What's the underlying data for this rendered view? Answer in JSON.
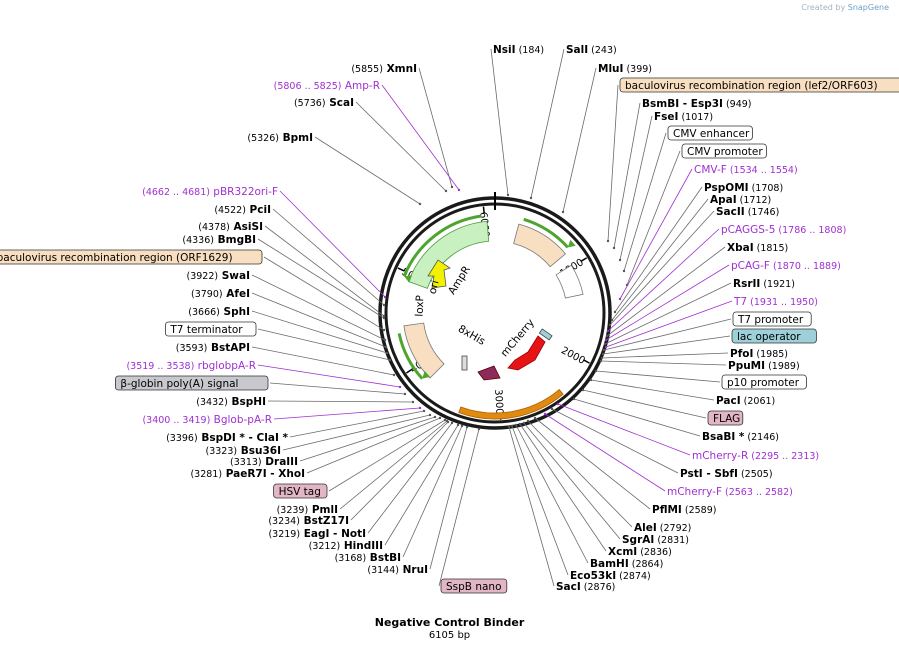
{
  "app": {
    "credit_prefix": "Created by",
    "credit_brand": "SnapGene"
  },
  "plasmid": {
    "name": "Negative Control Binder",
    "length_label": "6105 bp"
  },
  "ticks": [
    "6000",
    "1000",
    "2000",
    "3000",
    "4000",
    "5000"
  ],
  "inner_features": [
    "AmpR",
    "ori",
    "loxP",
    "8xHis",
    "mCherry"
  ],
  "left_labels": [
    {
      "id": "xmni",
      "pos": "(5855)",
      "name": "XmnI",
      "kind": "enzyme"
    },
    {
      "id": "ampr-primer",
      "pos": "(5806 .. 5825)",
      "name": "Amp-R",
      "kind": "primer"
    },
    {
      "id": "scai",
      "pos": "(5736)",
      "name": "ScaI",
      "kind": "enzyme"
    },
    {
      "id": "bpmi",
      "pos": "(5326)",
      "name": "BpmI",
      "kind": "enzyme"
    },
    {
      "id": "pbr322ori-primer",
      "pos": "(4662 .. 4681)",
      "name": "pBR322ori-F",
      "kind": "primer"
    },
    {
      "id": "pcii",
      "pos": "(4522)",
      "name": "PciI",
      "kind": "enzyme"
    },
    {
      "id": "asisi",
      "pos": "(4378)",
      "name": "AsiSI",
      "kind": "enzyme"
    },
    {
      "id": "bmgbi",
      "pos": "(4336)",
      "name": "BmgBI",
      "kind": "enzyme"
    },
    {
      "id": "baculo-orf1629",
      "pos": "",
      "name": "baculovirus recombination region (ORF1629)",
      "kind": "feature-tan"
    },
    {
      "id": "swai",
      "pos": "(3922)",
      "name": "SwaI",
      "kind": "enzyme"
    },
    {
      "id": "afei",
      "pos": "(3790)",
      "name": "AfeI",
      "kind": "enzyme"
    },
    {
      "id": "sphi",
      "pos": "(3666)",
      "name": "SphI",
      "kind": "enzyme"
    },
    {
      "id": "t7-term",
      "pos": "",
      "name": "T7 terminator",
      "kind": "feature-white"
    },
    {
      "id": "bstapi",
      "pos": "(3593)",
      "name": "BstAPI",
      "kind": "enzyme"
    },
    {
      "id": "rbglobpa-primer",
      "pos": "(3519 .. 3538)",
      "name": "rbglobpA-R",
      "kind": "primer"
    },
    {
      "id": "bglobin-polya",
      "pos": "",
      "name": "β-globin poly(A) signal",
      "kind": "feature-gray"
    },
    {
      "id": "bsphi",
      "pos": "(3432)",
      "name": "BspHI",
      "kind": "enzyme"
    },
    {
      "id": "bglob-primer",
      "pos": "(3400 .. 3419)",
      "name": "Bglob-pA-R",
      "kind": "primer"
    },
    {
      "id": "bspdi",
      "pos": "(3396)",
      "name": "BspDI * - ClaI *",
      "kind": "enzyme"
    },
    {
      "id": "bsu36i",
      "pos": "(3323)",
      "name": "Bsu36I",
      "kind": "enzyme"
    },
    {
      "id": "draiii",
      "pos": "(3313)",
      "name": "DraIII",
      "kind": "enzyme"
    },
    {
      "id": "paer7i",
      "pos": "(3281)",
      "name": "PaeR7I  - XhoI",
      "kind": "enzyme"
    },
    {
      "id": "hsv-tag",
      "pos": "",
      "name": "HSV tag",
      "kind": "feature-pink"
    },
    {
      "id": "pmli",
      "pos": "(3239)",
      "name": "PmlI",
      "kind": "enzyme"
    },
    {
      "id": "bstz17i",
      "pos": "(3234)",
      "name": "BstZ17I",
      "kind": "enzyme"
    },
    {
      "id": "eagi",
      "pos": "(3219)",
      "name": "EagI  - NotI",
      "kind": "enzyme"
    },
    {
      "id": "hindiii",
      "pos": "(3212)",
      "name": "HindIII",
      "kind": "enzyme"
    },
    {
      "id": "bstbi",
      "pos": "(3168)",
      "name": "BstBI",
      "kind": "enzyme"
    },
    {
      "id": "nrui",
      "pos": "(3144)",
      "name": "NruI",
      "kind": "enzyme"
    }
  ],
  "right_labels": [
    {
      "id": "nsii",
      "pos": "(184)",
      "name": "NsiI",
      "kind": "enzyme"
    },
    {
      "id": "sali",
      "pos": "(243)",
      "name": "SalI",
      "kind": "enzyme"
    },
    {
      "id": "mlui",
      "pos": "(399)",
      "name": "MluI",
      "kind": "enzyme"
    },
    {
      "id": "baculo-lef2",
      "pos": "",
      "name": "baculovirus recombination region (lef2/ORF603)",
      "kind": "feature-tan"
    },
    {
      "id": "bsmbi",
      "pos": "(949)",
      "name": "BsmBI  - Esp3I",
      "kind": "enzyme"
    },
    {
      "id": "fsei",
      "pos": "(1017)",
      "name": "FseI",
      "kind": "enzyme"
    },
    {
      "id": "cmv-enh",
      "pos": "",
      "name": "CMV enhancer",
      "kind": "feature-white"
    },
    {
      "id": "cmv-prom",
      "pos": "",
      "name": "CMV promoter",
      "kind": "feature-white"
    },
    {
      "id": "cmvf-primer",
      "pos": "(1534 .. 1554)",
      "name": "CMV-F",
      "kind": "primer"
    },
    {
      "id": "pspomi",
      "pos": "(1708)",
      "name": "PspOMI",
      "kind": "enzyme"
    },
    {
      "id": "apai",
      "pos": "(1712)",
      "name": "ApaI",
      "kind": "enzyme"
    },
    {
      "id": "sacii",
      "pos": "(1746)",
      "name": "SacII",
      "kind": "enzyme"
    },
    {
      "id": "pcaggs-primer",
      "pos": "(1786 .. 1808)",
      "name": "pCAGGS-5",
      "kind": "primer"
    },
    {
      "id": "xbai",
      "pos": "(1815)",
      "name": "XbaI",
      "kind": "enzyme"
    },
    {
      "id": "pcagf-primer",
      "pos": "(1870 .. 1889)",
      "name": "pCAG-F",
      "kind": "primer"
    },
    {
      "id": "rsrii",
      "pos": "(1921)",
      "name": "RsrII",
      "kind": "enzyme"
    },
    {
      "id": "t7-primer",
      "pos": "(1931 .. 1950)",
      "name": "T7",
      "kind": "primer"
    },
    {
      "id": "t7-prom",
      "pos": "",
      "name": "T7 promoter",
      "kind": "feature-white"
    },
    {
      "id": "lac-op",
      "pos": "",
      "name": "lac operator",
      "kind": "feature-teal"
    },
    {
      "id": "pfoi",
      "pos": "(1985)",
      "name": "PfoI",
      "kind": "enzyme"
    },
    {
      "id": "ppumi",
      "pos": "(1989)",
      "name": "PpuMI",
      "kind": "enzyme"
    },
    {
      "id": "p10-prom",
      "pos": "",
      "name": "p10 promoter",
      "kind": "feature-white"
    },
    {
      "id": "paci",
      "pos": "(2061)",
      "name": "PacI",
      "kind": "enzyme"
    },
    {
      "id": "flag",
      "pos": "",
      "name": "FLAG",
      "kind": "feature-pink"
    },
    {
      "id": "bsabi",
      "pos": "(2146)",
      "name": "BsaBI *",
      "kind": "enzyme"
    },
    {
      "id": "mcherryr-primer",
      "pos": "(2295 .. 2313)",
      "name": "mCherry-R",
      "kind": "primer"
    },
    {
      "id": "psti",
      "pos": "(2505)",
      "name": "PstI  - SbfI",
      "kind": "enzyme"
    },
    {
      "id": "mcherryf-primer",
      "pos": "(2563 .. 2582)",
      "name": "mCherry-F",
      "kind": "primer"
    },
    {
      "id": "pflmi",
      "pos": "(2589)",
      "name": "PflMI",
      "kind": "enzyme"
    },
    {
      "id": "alei",
      "pos": "(2792)",
      "name": "AleI",
      "kind": "enzyme"
    },
    {
      "id": "sgrai",
      "pos": "(2831)",
      "name": "SgrAI",
      "kind": "enzyme"
    },
    {
      "id": "xcmi",
      "pos": "(2836)",
      "name": "XcmI",
      "kind": "enzyme"
    },
    {
      "id": "bamhi",
      "pos": "(2864)",
      "name": "BamHI",
      "kind": "enzyme"
    },
    {
      "id": "eco53ki",
      "pos": "(2874)",
      "name": "Eco53kI",
      "kind": "enzyme"
    },
    {
      "id": "saci",
      "pos": "(2876)",
      "name": "SacI",
      "kind": "enzyme"
    },
    {
      "id": "sspb-nano",
      "pos": "",
      "name": "SspB nano",
      "kind": "feature-pink"
    }
  ],
  "colors": {
    "primer": "#a030d0",
    "backbone": "#1a1a1a",
    "feature_tan": "#f9dfc1",
    "feature_pink": "#e3b6c6",
    "feature_gray": "#c7c9cc",
    "feature_teal": "#9ed0da",
    "ampr_fill": "#c8f0c0",
    "arrow_green": "#4ea52e",
    "ori_yellow": "#f2f200",
    "mcherry_red": "#e61414",
    "his_maroon": "#8e2a5a",
    "orange_arc": "#e08a10"
  }
}
